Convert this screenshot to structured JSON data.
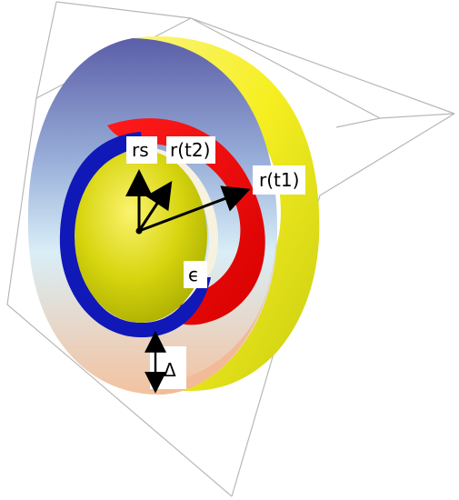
{
  "diagram": {
    "labels": {
      "rs": "rs",
      "r_t2": "r(t2)",
      "r_t1": "r(t1)",
      "epsilon": "ϵ",
      "delta": "Δ"
    },
    "colors": {
      "outer_shell_front": "#f6d0b4",
      "outer_shell_blue": "#5f6cc0",
      "outer_shell_back": "#f2ef1f",
      "red_band": "#f00d0d",
      "blue_band": "#1018b8",
      "inner_core": "#d7d50f",
      "inner_core_highlight": "#f8f14a",
      "arrow": "#000000",
      "box_line": "#b8b8b8"
    }
  }
}
